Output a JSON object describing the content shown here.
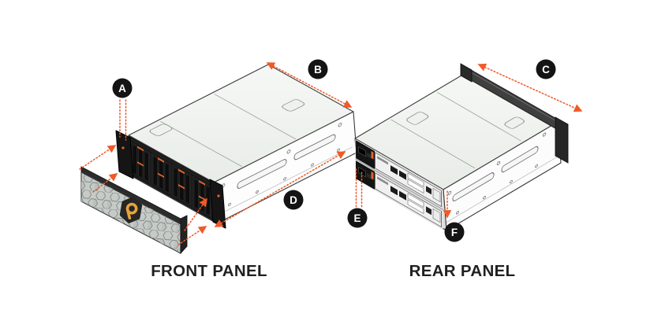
{
  "front": {
    "caption": "FRONT PANEL"
  },
  "rear": {
    "caption": "REAR PANEL"
  },
  "callouts": {
    "A": "A",
    "B": "B",
    "C": "C",
    "D": "D",
    "E": "E",
    "F": "F"
  },
  "colors": {
    "dimension_accent": "#F05A28",
    "badge_black": "#141414",
    "logo_gold": "#E5A33B",
    "bezel_gray": "#C6CBC8",
    "chassis_dark": "#141414",
    "caption_text": "#221F1F"
  },
  "icons": {
    "bezel_logo": "pure-storage-hex-logo-icon"
  }
}
